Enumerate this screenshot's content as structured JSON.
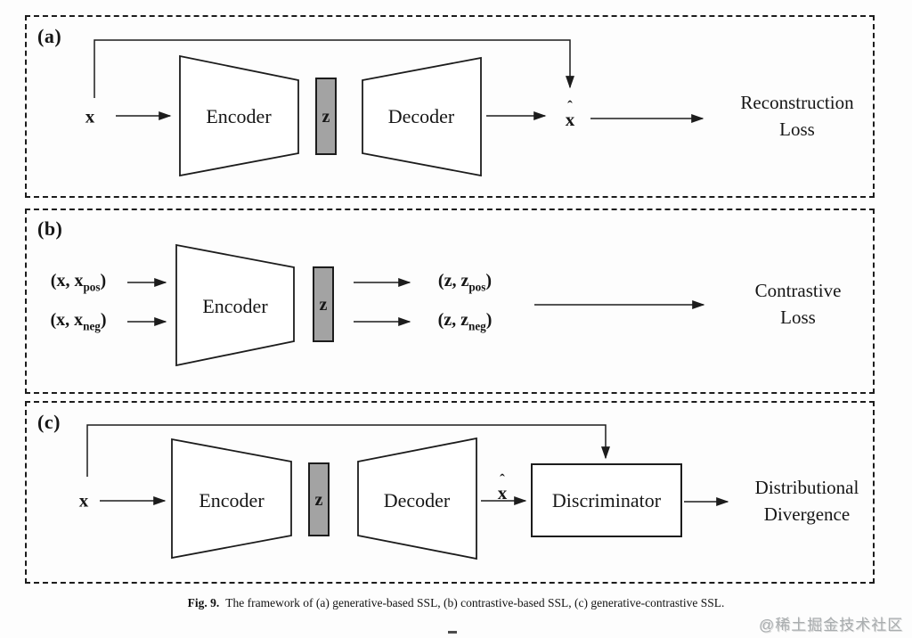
{
  "panels": [
    {
      "label": "(a)",
      "input": "x",
      "encoder": "Encoder",
      "latent": "z",
      "decoder": "Decoder",
      "output_hat": "ˆ",
      "output_base": "x",
      "loss_line1": "Reconstruction",
      "loss_line2": "Loss"
    },
    {
      "label": "(b)",
      "input_pos_pre": "(x, x",
      "input_pos_sub": "pos",
      "input_pos_post": ")",
      "input_neg_pre": "(x, x",
      "input_neg_sub": "neg",
      "input_neg_post": ")",
      "encoder": "Encoder",
      "latent": "z",
      "output_pos_pre": "(z, z",
      "output_pos_sub": "pos",
      "output_pos_post": ")",
      "output_neg_pre": "(z, z",
      "output_neg_sub": "neg",
      "output_neg_post": ")",
      "loss_line1": "Contrastive",
      "loss_line2": "Loss"
    },
    {
      "label": "(c)",
      "input": "x",
      "encoder": "Encoder",
      "latent": "z",
      "decoder": "Decoder",
      "output_hat": "ˆ",
      "output_base": "x",
      "discriminator": "Discriminator",
      "loss_line1": "Distributional",
      "loss_line2": "Divergence"
    }
  ],
  "caption": {
    "label": "Fig. 9.",
    "text": "The framework of (a) generative-based SSL, (b) contrastive-based SSL, (c) generative-contrastive SSL."
  },
  "watermark": "@稀土掘金技术社区",
  "colors": {
    "line": "#1c1c1c",
    "latent_fill": "#a3a3a3",
    "block_fill": "#ffffff",
    "panel_border": "#1c1c1c"
  }
}
